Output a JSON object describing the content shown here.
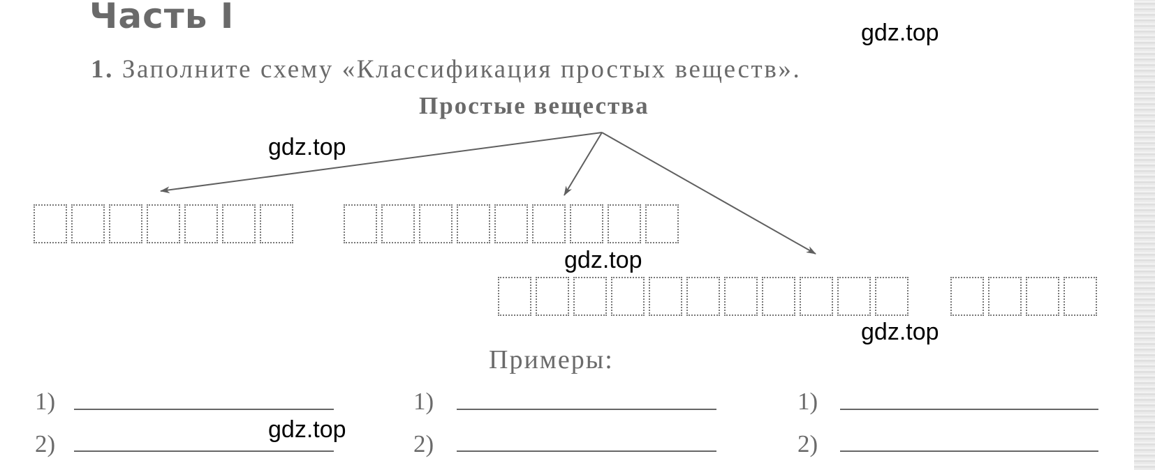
{
  "header": {
    "part_title": "Часть I"
  },
  "task": {
    "number": "1.",
    "text": "Заполните схему «Классификация простых веществ»."
  },
  "scheme": {
    "root_label": "Простые вещества",
    "groups": [
      {
        "name": "group-1",
        "cell_count": 7
      },
      {
        "name": "group-2",
        "cell_count": 9
      },
      {
        "name": "group-3-word-1",
        "cell_count": 11
      },
      {
        "name": "group-3-word-2",
        "cell_count": 4
      }
    ]
  },
  "examples": {
    "label": "Примеры:",
    "columns": [
      {
        "items": [
          "1)",
          "2)"
        ]
      },
      {
        "items": [
          "1)",
          "2)"
        ]
      },
      {
        "items": [
          "1)",
          "2)"
        ]
      }
    ]
  },
  "watermarks": [
    "gdz.top",
    "gdz.top",
    "gdz.top",
    "gdz.top",
    "gdz.top"
  ]
}
